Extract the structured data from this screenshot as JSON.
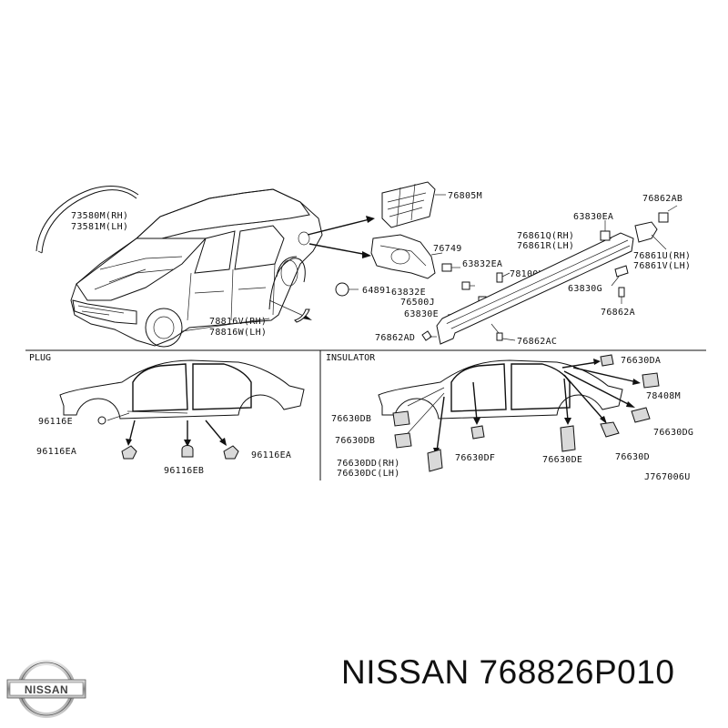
{
  "labels": {
    "l73580m": "73580M(RH)",
    "l73581m": "73581M(LH)",
    "l76805m": "76805M",
    "l76862ab": "76862AB",
    "l63830ea": "63830EA",
    "l76861q": "76861Q(RH)",
    "l76861r": "76861R(LH)",
    "l76749": "76749",
    "l63832ea": "63832EA",
    "l76861u": "76861U(RH)",
    "l76861v": "76861V(LH)",
    "l78100h": "78100H",
    "l63832e": "63832E",
    "l76500j": "76500J",
    "l63830g": "63830G",
    "l64891": "64891",
    "l78816v": "78816V(RH)",
    "l78816w": "78816W(LH)",
    "l63830e": "63830E",
    "l76862a": "76862A",
    "l76862ad": "76862AD",
    "l76862ac": "76862AC"
  },
  "plug": {
    "title": "PLUG",
    "l96116e": "96116E",
    "l96116ea_left": "96116EA",
    "l96116eb": "96116EB",
    "l96116ea_right": "96116EA"
  },
  "insulator": {
    "title": "INSULATOR",
    "l76630da": "76630DA",
    "l78408m": "78408M",
    "l76630db_1": "76630DB",
    "l76630db_2": "76630DB",
    "l76630dg": "76630DG",
    "l76630df": "76630DF",
    "l76630de": "76630DE",
    "l76630d": "76630D",
    "l76630dd": "76630DD(RH)",
    "l76630dc": "76630DC(LH)",
    "code": "J767006U"
  },
  "logo": {
    "text": "NISSAN"
  },
  "footer": {
    "part_number_text": "NISSAN 768826P010"
  }
}
